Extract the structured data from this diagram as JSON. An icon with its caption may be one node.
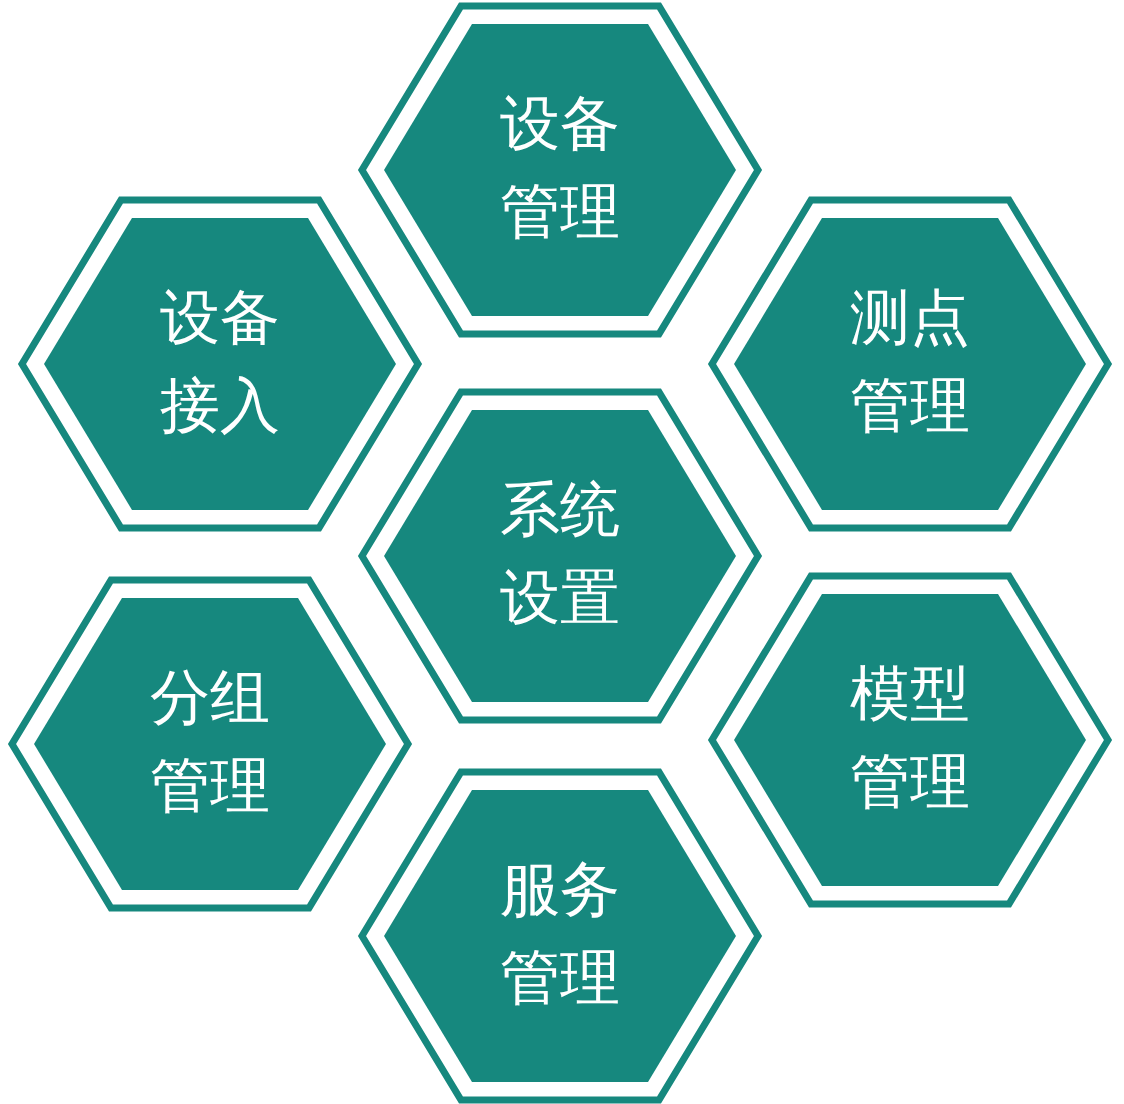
{
  "diagram": {
    "nodes": [
      {
        "text": [
          "设备管理"
        ]
      },
      {
        "text": [
          "设备接入"
        ]
      },
      {
        "text": [
          "测点管理"
        ]
      },
      {
        "text": [
          "系统设置"
        ]
      },
      {
        "text": [
          "分组管理"
        ]
      },
      {
        "text": [
          "模型管理"
        ]
      },
      {
        "text": [
          "服务管理"
        ]
      }
    ]
  }
}
